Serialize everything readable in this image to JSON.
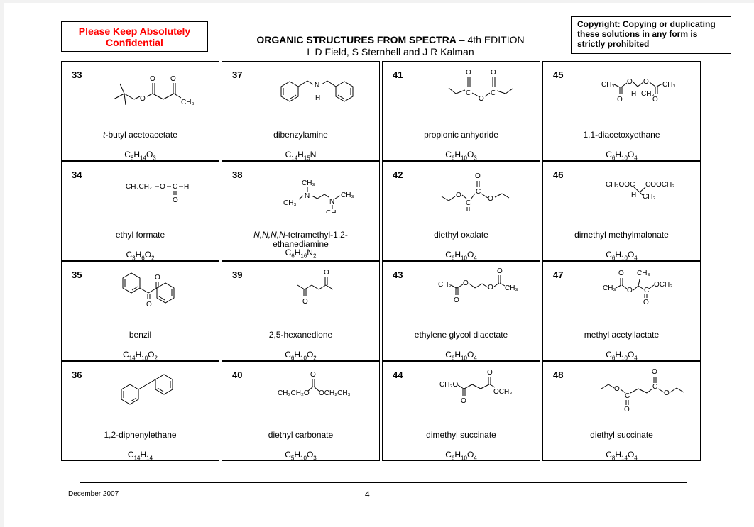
{
  "header": {
    "confidential": "Please Keep Absolutely Confidential",
    "title_bold": "ORGANIC STRUCTURES FROM SPECTRA",
    "title_rest": " – 4th EDITION",
    "authors": "L D Field, S Sternhell and J R Kalman",
    "copyright": "Copyright: Copying or duplicating these solutions in any form is strictly prohibited"
  },
  "compounds": [
    {
      "num": "33",
      "name": "t-butyl acetoacetate",
      "formula": "C8H14O3"
    },
    {
      "num": "37",
      "name": "dibenzylamine",
      "formula": "C14H15N"
    },
    {
      "num": "41",
      "name": "propionic anhydride",
      "formula": "C6H10O3"
    },
    {
      "num": "45",
      "name": "1,1-diacetoxyethane",
      "formula": "C6H10O4"
    },
    {
      "num": "34",
      "name": "ethyl formate",
      "formula": "C3H6O2"
    },
    {
      "num": "38",
      "name": "N,N,N,N-tetramethyl-1,2-ethanediamine",
      "formula": "C6H16N2"
    },
    {
      "num": "42",
      "name": "diethyl oxalate",
      "formula": "C6H10O4"
    },
    {
      "num": "46",
      "name": "dimethyl methylmalonate",
      "formula": "C6H10O4"
    },
    {
      "num": "35",
      "name": "benzil",
      "formula": "C14H10O2"
    },
    {
      "num": "39",
      "name": "2,5-hexanedione",
      "formula": "C6H10O2"
    },
    {
      "num": "43",
      "name": "ethylene glycol diacetate",
      "formula": "C6H10O4"
    },
    {
      "num": "47",
      "name": "methyl acetyllactate",
      "formula": "C6H10O4"
    },
    {
      "num": "36",
      "name": "1,2-diphenylethane",
      "formula": "C14H14"
    },
    {
      "num": "40",
      "name": "diethyl carbonate",
      "formula": "C5H10O3"
    },
    {
      "num": "44",
      "name": "dimethyl succinate",
      "formula": "C6H10O4"
    },
    {
      "num": "48",
      "name": "diethyl succinate",
      "formula": "C8H14O4"
    }
  ],
  "footer": {
    "date": "December 2007",
    "page": "4"
  }
}
